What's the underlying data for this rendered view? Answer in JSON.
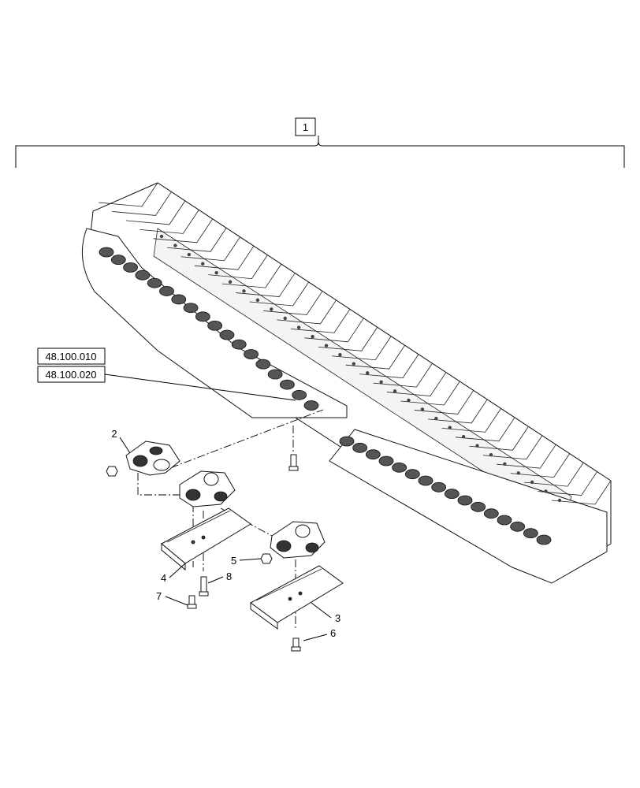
{
  "assembly": {
    "callout": "1"
  },
  "references": [
    "48.100.010",
    "48.100.020"
  ],
  "callouts": {
    "c2": "2",
    "c3": "3",
    "c4": "4",
    "c5": "5",
    "c6": "6",
    "c7": "7",
    "c8": "8"
  },
  "icons": {
    "track": "crawler-track-icon",
    "link": "track-link-icon",
    "shoe": "track-shoe-icon",
    "bolt": "shoe-bolt-icon",
    "nut": "nut-icon"
  }
}
